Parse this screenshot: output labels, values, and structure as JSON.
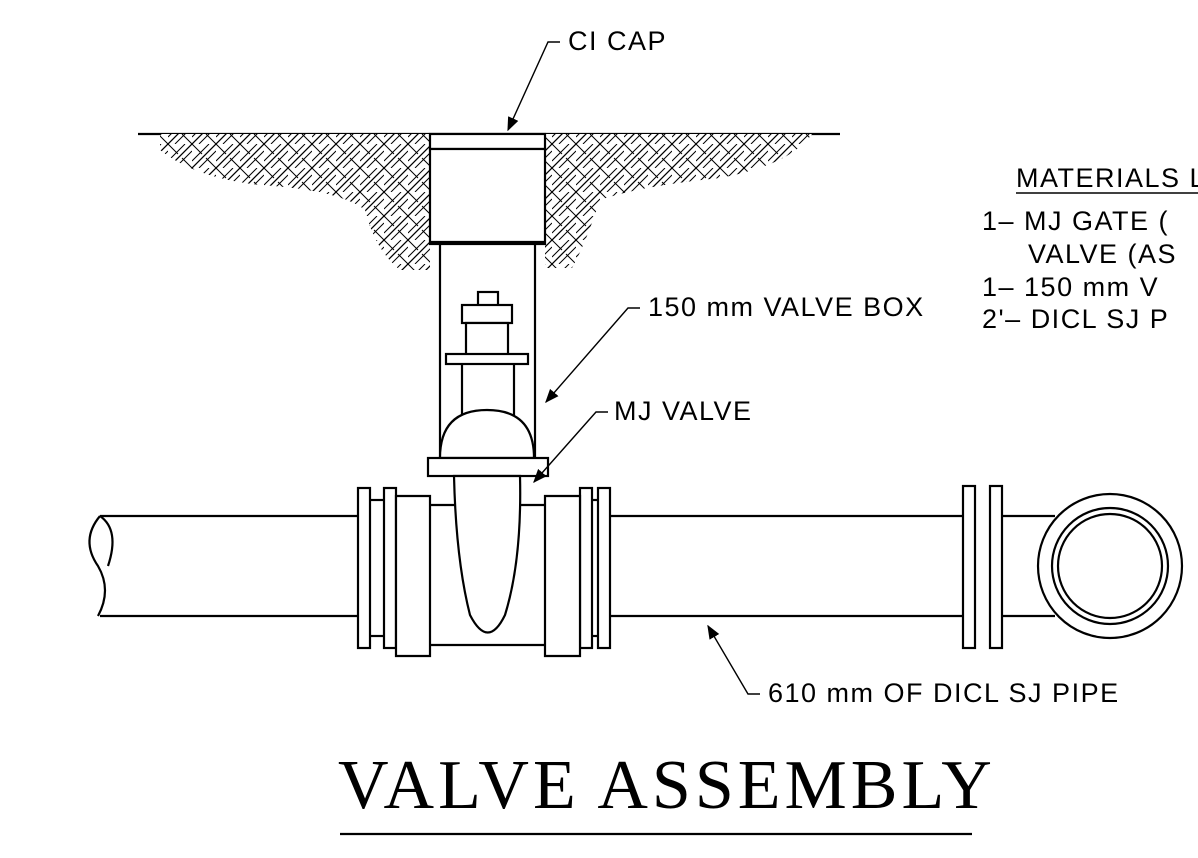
{
  "labels": {
    "ci_cap": "CI CAP",
    "valve_box": "150 mm VALVE BOX",
    "mj_valve": "MJ VALVE",
    "pipe": "610 mm OF DICL SJ PIPE"
  },
  "materials": {
    "heading": "MATERIALS L",
    "line1": "1– MJ GATE (",
    "line2": "VALVE (AS",
    "line3": "1– 150 mm V",
    "line4": "2'– DICL SJ P"
  },
  "title": "VALVE ASSEMBLY"
}
